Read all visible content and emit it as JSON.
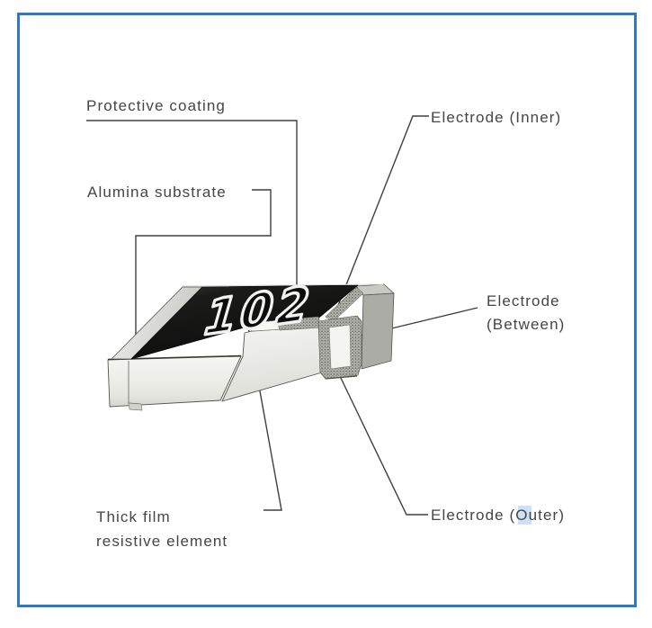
{
  "figure": {
    "type": "technical-diagram",
    "subject": "Chip resistor internal construction (cutaway view)",
    "marking": "102",
    "labels": {
      "protective_coating": "Protective coating",
      "alumina_substrate": "Alumina substrate",
      "electrode_inner": "Electrode (Inner)",
      "electrode_between": [
        "Electrode",
        "(Between)"
      ],
      "electrode_outer": "Electrode (Outer)",
      "thick_film": [
        "Thick film",
        "resistive element"
      ]
    },
    "colors": {
      "frame_border": "#2e79c0",
      "label_text": "#45454a",
      "leader_line": "#3f3f3f",
      "coating_black": "#141414",
      "substrate_white": "#f2f2ef",
      "electrode_stipple_gray": "#b8b8b2",
      "end_cap_gray": "#acaca7"
    }
  }
}
